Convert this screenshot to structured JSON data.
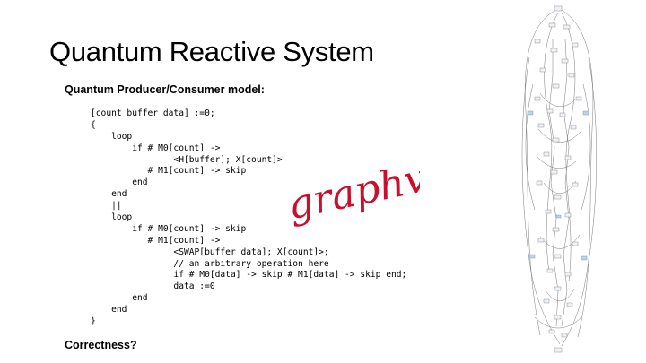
{
  "slide": {
    "title": "Quantum Reactive System",
    "subtitle": "Quantum Producer/Consumer model:",
    "code_lines": [
      "[count buffer data] :=0;",
      "{",
      "    loop",
      "        if # M0[count] ->",
      "                <H[buffer]; X[count]>",
      "           # M1[count] -> skip",
      "        end",
      "    end",
      "    ||",
      "    loop",
      "        if # M0[count] -> skip",
      "           # M1[count] ->",
      "                <SWAP[buffer data]; X[count]>;",
      "                // an arbitrary operation here",
      "                if # M0[data] -> skip # M1[data] -> skip end;",
      "                data :=0",
      "        end",
      "    end",
      "}"
    ],
    "footer": "Correctness?",
    "annotation": "graphviz",
    "colors": {
      "annotation": "#c8102e",
      "text": "#000000",
      "background": "#ffffff"
    }
  }
}
